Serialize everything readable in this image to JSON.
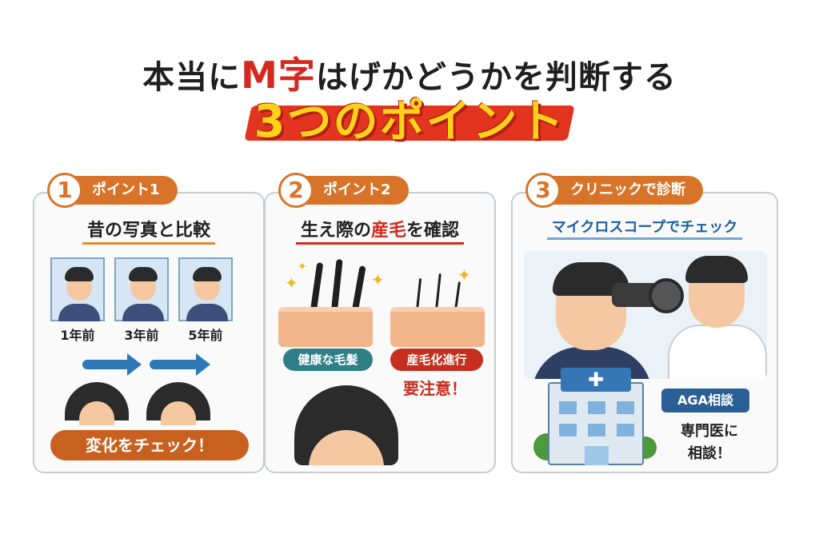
{
  "title": {
    "line1_prefix": "本当に",
    "line1_accent": "M字",
    "line1_suffix": "はげかどうかを判断する",
    "line2": "3つのポイント"
  },
  "cards": [
    {
      "num": "1",
      "badge": "ポイント1",
      "title": "昔の写真と比較",
      "photo_labels": [
        "1年前",
        "3年前",
        "5年前"
      ],
      "cta": "変化をチェック！"
    },
    {
      "num": "2",
      "badge": "ポイント2",
      "title_pre": "生え際の",
      "title_hl": "産毛",
      "title_post": "を確認",
      "healthy": "健康な毛髪",
      "warn": "産毛化進行",
      "warn_note": "要注意！"
    },
    {
      "num": "3",
      "badge": "クリニックで診断",
      "title": "マイクロスコープでチェック",
      "aga": "AGA相談",
      "consult_line1": "専門医に",
      "consult_line2": "相談！"
    }
  ],
  "colors": {
    "accent_red": "#d42a1e",
    "badge_orange": "#d8742a",
    "title_yellow": "#ffd21a",
    "clinic_blue": "#2a5f96"
  },
  "icons": [
    "sparkle-icon",
    "arrow-icon",
    "cross-icon",
    "microscope-icon"
  ]
}
